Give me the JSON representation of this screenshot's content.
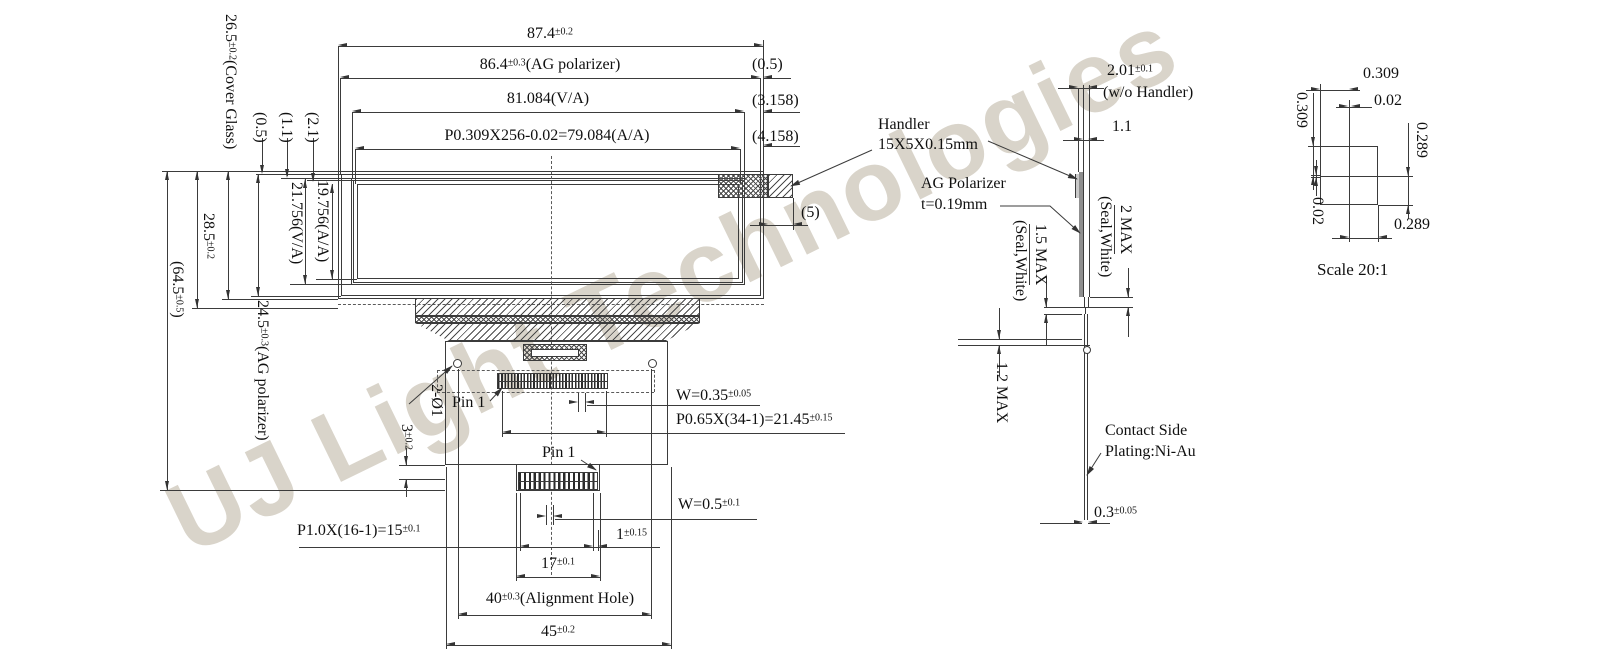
{
  "watermark": "UJ Light Technologies",
  "front": {
    "dims_top": {
      "overall": {
        "main": "87.4",
        "tol": "±0.2"
      },
      "polarizer": {
        "main": "86.4",
        "tol": "±0.3",
        "suffix": "(AG polarizer)"
      },
      "va": {
        "main": "81.084",
        "suffix": "(V/A)"
      },
      "aa": {
        "main": "P0.309X256-0.02=79.084",
        "suffix": "(A/A)"
      }
    },
    "dims_right": {
      "r05": "(0.5)",
      "r3158": "(3.158)",
      "r4158": "(4.158)",
      "handler_out": "(5)"
    },
    "dims_left": {
      "cover_glass": {
        "main": "26.5",
        "tol": "±0.2",
        "suffix": "(Cover Glass)"
      },
      "outline": {
        "main": "28.5",
        "tol": "±0.2"
      },
      "total": {
        "main": "(64.5",
        "tol": "±0.5",
        "suffix": ")"
      },
      "polarizer_h": {
        "main": "24.5",
        "tol": "±0.3",
        "suffix": "(AG polarizer)"
      },
      "inset_05": "(0.5)",
      "inset_11": "(1.1)",
      "inset_21": "(2.1)",
      "aa_height": "19.756(A/A)",
      "va_height": "21.756(V/A)"
    },
    "labels": {
      "handler_1": "Handler",
      "handler_2": "15X5X0.15mm",
      "ag_pol_1": "AG Polarizer",
      "ag_pol_2": "t=0.19mm"
    }
  },
  "fpc": {
    "hole_note": "2-Ø1",
    "pin1_top": "Pin 1",
    "pin1_bottom": "Pin 1",
    "contact_len": {
      "main": "3",
      "tol": "±0.2"
    },
    "w_top": {
      "main": "W=0.35",
      "tol": "±0.05"
    },
    "pitch_top": {
      "main": "P0.65X(34-1)=21.45",
      "tol": "±0.15"
    },
    "w_bottom": {
      "main": "W=0.5",
      "tol": "±0.1"
    },
    "pitch_bottom": {
      "main": "P1.0X(16-1)=15",
      "tol": "±0.1"
    },
    "edge_offset": {
      "main": "1",
      "tol": "±0.15"
    },
    "width_17": {
      "main": "17",
      "tol": "±0.1"
    },
    "width_40": {
      "main": "40",
      "tol": "±0.3",
      "suffix": "(Alignment Hole)"
    },
    "width_45": {
      "main": "45",
      "tol": "±0.2"
    }
  },
  "side": {
    "thickness": {
      "main": "2.01",
      "tol": "±0.1"
    },
    "thickness_note": "(w/o Handler)",
    "glass_t": "1.1",
    "seal_left_1": "1.5 MAX",
    "seal_left_2": "(Seal,White)",
    "seal_right_1": "2 MAX",
    "seal_right_2": "(Seal,White)",
    "fpc_zone": "1.2 MAX",
    "contact_1": "Contact Side",
    "contact_2": "Plating:Ni-Au",
    "fpc_t": {
      "main": "0.3",
      "tol": "±0.05"
    }
  },
  "detail": {
    "px_w": "0.309",
    "gap_top": "0.02",
    "px_h": "0.309",
    "sub_h": "0.289",
    "gap_left": "0.02",
    "sub_w": "0.289",
    "scale_note": "Scale 20:1"
  }
}
